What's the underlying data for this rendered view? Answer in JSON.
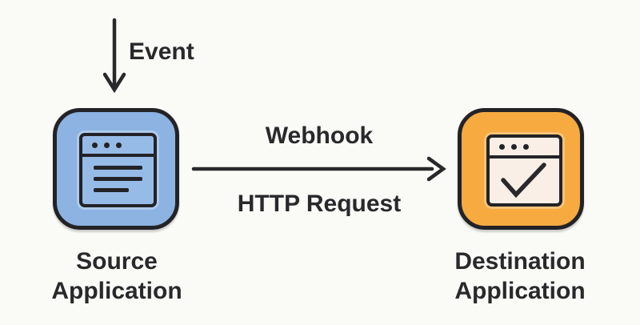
{
  "diagram": {
    "background": "#fafaf7",
    "stroke": "#29292c"
  },
  "event_flow": {
    "label": "Event"
  },
  "webhook_flow": {
    "label_top": "Webhook",
    "label_bottom": "HTTP Request"
  },
  "source_node": {
    "label_line1": "Source",
    "label_line2": "Application",
    "fill": "#8cb3e1",
    "window_fill": "#97bbe7",
    "icon": "browser-window-lines-icon"
  },
  "destination_node": {
    "label_line1": "Destination",
    "label_line2": "Application",
    "fill": "#f6aa40",
    "window_fill": "#f9efe7",
    "icon": "browser-window-check-icon"
  }
}
